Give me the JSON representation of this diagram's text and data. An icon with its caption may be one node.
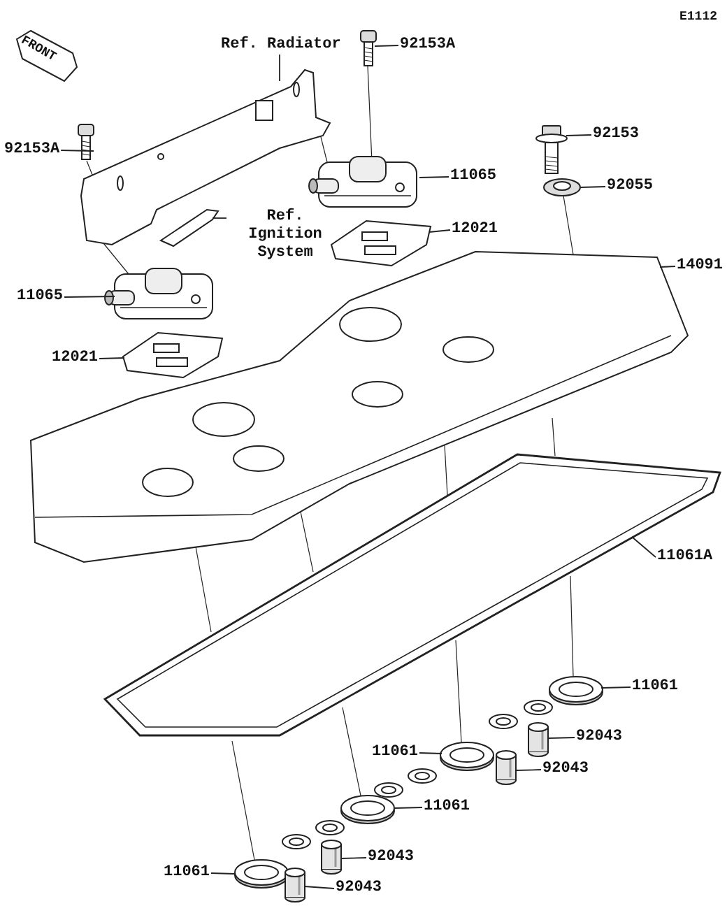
{
  "diagram": {
    "nodes": [
      {
        "text": [
          "92153A"
        ]
      },
      {
        "text": [],
        "shape": "picture"
      },
      {
        "text": [
          "Ref. Radiator"
        ]
      },
      {
        "text": [],
        "shape": "picture"
      },
      {
        "text": [
          "92153"
        ]
      },
      {
        "text": [],
        "shape": "picture"
      },
      {
        "text": [
          "92153A"
        ]
      },
      {
        "text": [],
        "shape": "picture"
      },
      {
        "text": [
          "11065"
        ]
      },
      {
        "text": [],
        "shape": "picture"
      },
      {
        "text": [
          "92055"
        ]
      },
      {
        "text": [],
        "shape": "picture"
      },
      {
        "text": [
          "Ref. Ignition System"
        ]
      },
      {
        "text": [],
        "shape": "picture"
      },
      {
        "text": [
          "12021"
        ]
      },
      {
        "text": [],
        "shape": "picture"
      },
      {
        "text": [
          "14091"
        ]
      },
      {
        "text": [],
        "shape": "picture"
      },
      {
        "text": [
          "11065"
        ]
      },
      {
        "text": [],
        "shape": "picture"
      },
      {
        "text": [
          "12021"
        ]
      },
      {
        "text": [],
        "shape": "picture"
      },
      {
        "text": [
          "11061A"
        ]
      },
      {
        "text": [],
        "shape": "picture"
      },
      {
        "text": [
          "11061"
        ]
      },
      {
        "text": [],
        "shape": "picture"
      },
      {
        "text": [
          "92043"
        ]
      },
      {
        "text": [],
        "shape": "picture"
      },
      {
        "text": [
          "11061"
        ]
      },
      {
        "text": [],
        "shape": "picture"
      },
      {
        "text": [
          "92043"
        ]
      },
      {
        "text": [],
        "shape": "picture"
      },
      {
        "text": [
          "11061"
        ]
      },
      {
        "text": [],
        "shape": "picture"
      },
      {
        "text": [
          "92043"
        ]
      },
      {
        "text": [],
        "shape": "picture"
      },
      {
        "text": [
          "11061"
        ]
      },
      {
        "text": [],
        "shape": "picture"
      },
      {
        "text": [
          "92043"
        ]
      },
      {
        "text": [],
        "shape": "picture"
      }
    ],
    "edges": [
      {
        "from": 0,
        "to": 1,
        "arrow": "none"
      },
      {
        "from": 2,
        "to": 3,
        "arrow": "none"
      },
      {
        "from": 4,
        "to": 5,
        "arrow": "none"
      },
      {
        "from": 6,
        "to": 7,
        "arrow": "none"
      },
      {
        "from": 8,
        "to": 9,
        "arrow": "none"
      },
      {
        "from": 10,
        "to": 11,
        "arrow": "none"
      },
      {
        "from": 12,
        "to": 13,
        "arrow": "none"
      },
      {
        "from": 14,
        "to": 15,
        "arrow": "none"
      },
      {
        "from": 16,
        "to": 17,
        "arrow": "none"
      },
      {
        "from": 18,
        "to": 19,
        "arrow": "none"
      },
      {
        "from": 20,
        "to": 21,
        "arrow": "none"
      },
      {
        "from": 22,
        "to": 23,
        "arrow": "none"
      },
      {
        "from": 24,
        "to": 25,
        "arrow": "none"
      },
      {
        "from": 26,
        "to": 27,
        "arrow": "none"
      },
      {
        "from": 28,
        "to": 29,
        "arrow": "none"
      },
      {
        "from": 30,
        "to": 31,
        "arrow": "none"
      },
      {
        "from": 32,
        "to": 33,
        "arrow": "none"
      },
      {
        "from": 34,
        "to": 35,
        "arrow": "none"
      },
      {
        "from": 36,
        "to": 37,
        "arrow": "none"
      },
      {
        "from": 38,
        "to": 39,
        "arrow": "none"
      },
      {
        "from": 1,
        "to": 9,
        "arrow": "none"
      },
      {
        "from": 7,
        "to": 3,
        "arrow": "none"
      },
      {
        "from": 3,
        "to": 19,
        "arrow": "none"
      },
      {
        "from": 3,
        "to": 9,
        "arrow": "none"
      },
      {
        "from": 11,
        "to": 17,
        "arrow": "none"
      },
      {
        "from": 17,
        "to": 23,
        "arrow": "none"
      },
      {
        "from": 23,
        "to": 25,
        "arrow": "none"
      },
      {
        "from": 17,
        "to": 23,
        "arrow": "none"
      },
      {
        "from": 23,
        "to": 29,
        "arrow": "none"
      },
      {
        "from": 17,
        "to": 23,
        "arrow": "none"
      },
      {
        "from": 23,
        "to": 33,
        "arrow": "none"
      },
      {
        "from": 17,
        "to": 23,
        "arrow": "none"
      },
      {
        "from": 23,
        "to": 37,
        "arrow": "none"
      }
    ],
    "labels": [
      "E1112",
      "FRONT"
    ]
  }
}
